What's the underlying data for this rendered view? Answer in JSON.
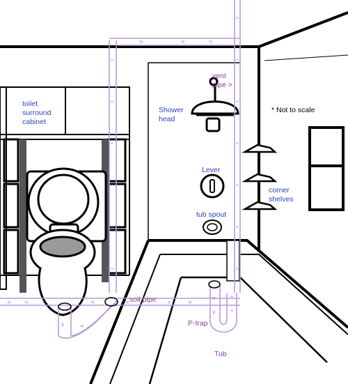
{
  "labels": {
    "toilet_surround": [
      "toilet",
      "surround",
      "cabinet"
    ],
    "shower_head": [
      "Shower",
      "head"
    ],
    "vent_pipe": [
      "vent",
      "pipe >"
    ],
    "not_to_scale": "* Not to scale",
    "lever": "Lever",
    "tub_spout": "tub spout",
    "corner_shelves": [
      "corner",
      "shelves"
    ],
    "soil_pipe": "soil pipe",
    "p_trap": "P-trap",
    "tub": "Tub"
  },
  "colors": {
    "line": "#000000",
    "pipe": "#b89bd6",
    "arrow": "#4a7fd6",
    "label_blue": "#2f3fc4",
    "label_purple": "#8a3f9c",
    "bowl_fill": "#9a9a9a"
  }
}
